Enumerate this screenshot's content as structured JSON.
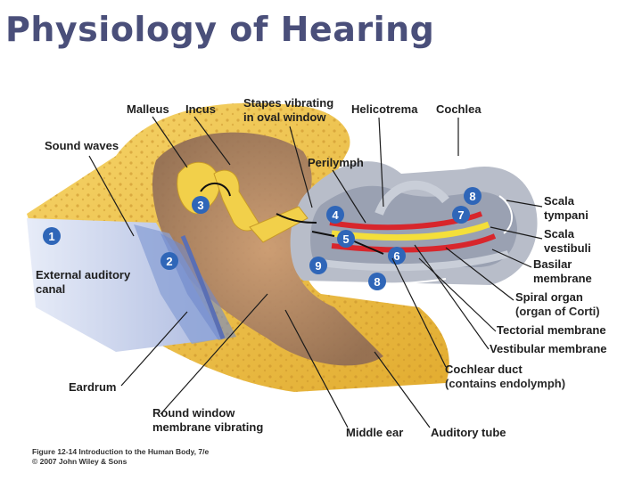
{
  "title": "Physiology of Hearing",
  "labels": {
    "malleus": "Malleus",
    "incus": "Incus",
    "stapes_1": "Stapes vibrating",
    "stapes_2": "in oval window",
    "helicotrema": "Helicotrema",
    "cochlea": "Cochlea",
    "sound_waves": "Sound waves",
    "perilymph": "Perilymph",
    "scala_tympani_1": "Scala",
    "scala_tympani_2": "tympani",
    "scala_vestibuli_1": "Scala",
    "scala_vestibuli_2": "vestibuli",
    "basilar_1": "Basilar",
    "basilar_2": "membrane",
    "ext_canal_1": "External auditory",
    "ext_canal_2": "canal",
    "spiral_1": "Spiral organ",
    "spiral_2": "(organ of Corti)",
    "tectorial": "Tectorial membrane",
    "vestibular": "Vestibular membrane",
    "cochlear_duct_1": "Cochlear duct",
    "cochlear_duct_2": "(contains endolymph)",
    "eardrum": "Eardrum",
    "round_window_1": "Round window",
    "round_window_2": "membrane vibrating",
    "middle_ear": "Middle ear",
    "auditory_tube": "Auditory tube"
  },
  "steps": [
    "1",
    "2",
    "3",
    "4",
    "5",
    "6",
    "7",
    "8",
    "8",
    "9"
  ],
  "caption": {
    "line1": "Figure 12-14  Introduction to the Human Body, 7/e",
    "line2": "© 2007 John Wiley & Sons"
  },
  "colors": {
    "title": "#4a4f7a",
    "bone": "#f0c64a",
    "ossicles": "#f2d04a",
    "canal": "#c8d2ec",
    "cochlea_gray": "#aeb4c2",
    "scala_red": "#d8262c",
    "duct_yellow": "#f4df3a",
    "step_marker": "#2f66b8"
  }
}
